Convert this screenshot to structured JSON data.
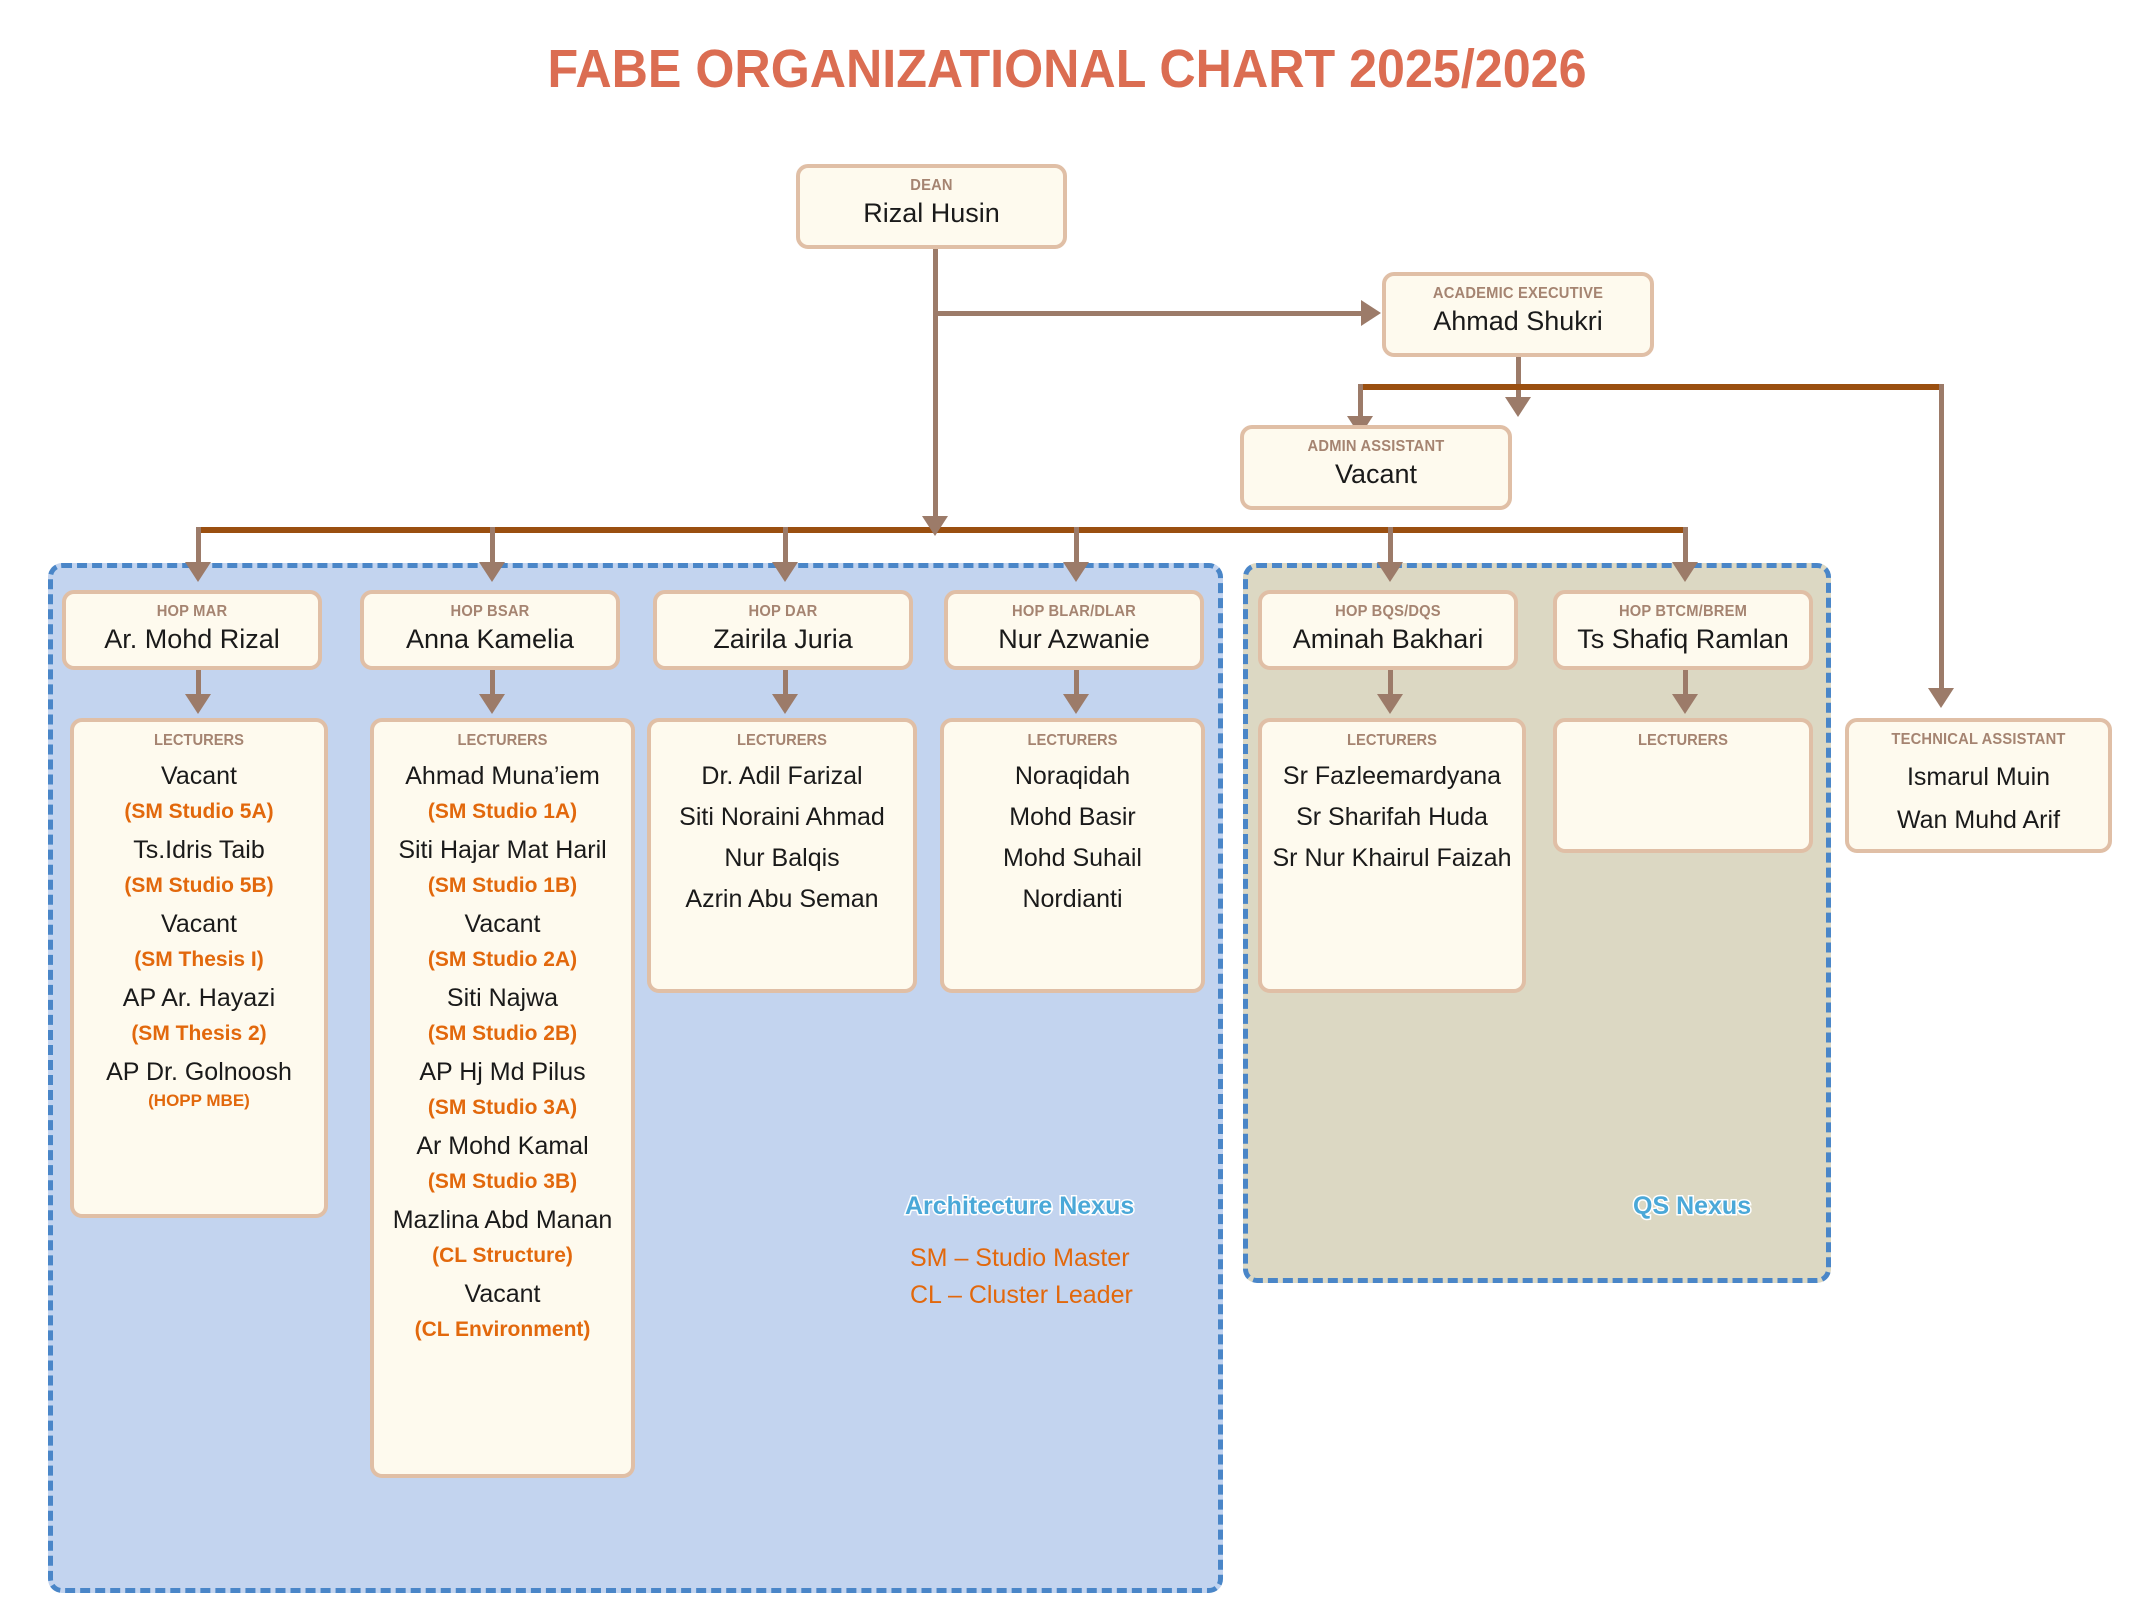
{
  "title": "FABE ORGANIZATIONAL CHART 2025/2026",
  "colors": {
    "title": "#db6d52",
    "box_fill": "#fefaee",
    "box_border": "#e0bfa6",
    "role_text": "#a58471",
    "tag_orange": "#e2680c",
    "nexus_border": "#4a86c8",
    "arch_nexus_fill": "#c3d4ef",
    "qs_nexus_fill": "#dcd8c3",
    "nexus_label": "#4aa8d8",
    "connector": "#9c7b69"
  },
  "top": {
    "dean": {
      "role": "DEAN",
      "person": "Rizal Husin"
    },
    "academic_executive": {
      "role": "ACADEMIC  EXECUTIVE",
      "person": "Ahmad Shukri"
    },
    "admin_assistant": {
      "role": "ADMIN ASSISTANT",
      "person": "Vacant"
    },
    "technical_assistant": {
      "role": "TECHNICAL ASSISTANT",
      "person1": "Ismarul Muin",
      "person2": "Wan Muhd Arif"
    }
  },
  "lecturers_header": "LECTURERS",
  "nexus": {
    "architecture": {
      "label": "Architecture Nexus"
    },
    "qs": {
      "label": "QS Nexus"
    }
  },
  "legend": {
    "line1": "SM – Studio Master",
    "line2": "CL  – Cluster Leader"
  },
  "departments": [
    {
      "id": "mar",
      "hop_role": "HOP MAR",
      "hop_person": "Ar. Mohd Rizal",
      "lecturers": [
        {
          "name": "Vacant",
          "tag": "(SM Studio  5A)"
        },
        {
          "name": "Ts.Idris Taib",
          "tag": "(SM Studio 5B)"
        },
        {
          "name": "Vacant",
          "tag": "(SM Thesis I)"
        },
        {
          "name": "AP Ar. Hayazi",
          "tag": "(SM Thesis 2)"
        },
        {
          "name": "AP Dr. Golnoosh",
          "tag": "(HOPP MBE)",
          "tag_small": true
        }
      ]
    },
    {
      "id": "bsar",
      "hop_role": "HOP BSAR",
      "hop_person": "Anna Kamelia",
      "lecturers": [
        {
          "name": "Ahmad Muna’iem",
          "tag": "(SM Studio 1A)"
        },
        {
          "name": "Siti Hajar Mat Haril",
          "tag": "(SM Studio 1B)"
        },
        {
          "name": "Vacant",
          "tag": "(SM Studio 2A)"
        },
        {
          "name": "Siti Najwa",
          "tag": "(SM Studio 2B)"
        },
        {
          "name": "AP Hj Md Pilus",
          "tag": "(SM Studio 3A)"
        },
        {
          "name": "Ar Mohd Kamal",
          "tag": "(SM Studio 3B)"
        },
        {
          "name": "Mazlina Abd Manan",
          "tag": "(CL Structure)"
        },
        {
          "name": "Vacant",
          "tag": "(CL Environment)"
        }
      ]
    },
    {
      "id": "dar",
      "hop_role": "HOP DAR",
      "hop_person": "Zairila Juria",
      "lecturers": [
        {
          "name": "Dr. Adil Farizal",
          "tag": ""
        },
        {
          "name": "Siti Noraini Ahmad",
          "tag": ""
        },
        {
          "name": "Nur Balqis",
          "tag": ""
        },
        {
          "name": "Azrin  Abu Seman",
          "tag": ""
        }
      ]
    },
    {
      "id": "blar",
      "hop_role": "HOP BLAR/DLAR",
      "hop_person": "Nur Azwanie",
      "lecturers": [
        {
          "name": "Noraqidah",
          "tag": ""
        },
        {
          "name": "Mohd Basir",
          "tag": ""
        },
        {
          "name": "Mohd Suhail",
          "tag": ""
        },
        {
          "name": "Nordianti",
          "tag": ""
        }
      ]
    },
    {
      "id": "bqs",
      "hop_role": "HOP BQS/DQS",
      "hop_person": "Aminah Bakhari",
      "lecturers": [
        {
          "name": "Sr Fazleemardyana",
          "tag": ""
        },
        {
          "name": "Sr Sharifah Huda",
          "tag": ""
        },
        {
          "name": "Sr Nur Khairul Faizah",
          "tag": ""
        }
      ]
    },
    {
      "id": "btcm",
      "hop_role": "HOP BTCM/BREM",
      "hop_person": "Ts Shafiq Ramlan",
      "lecturers": []
    }
  ]
}
